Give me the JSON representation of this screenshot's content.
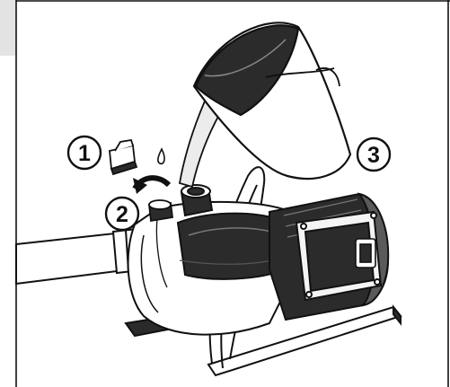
{
  "steps": [
    {
      "number": "1"
    },
    {
      "number": "2"
    },
    {
      "number": "3"
    }
  ],
  "colors": {
    "ink": "#111111",
    "dark": "#2b2b2b",
    "mid": "#5a5a5a",
    "light": "#ececec",
    "tab": "#e3e3e3"
  }
}
